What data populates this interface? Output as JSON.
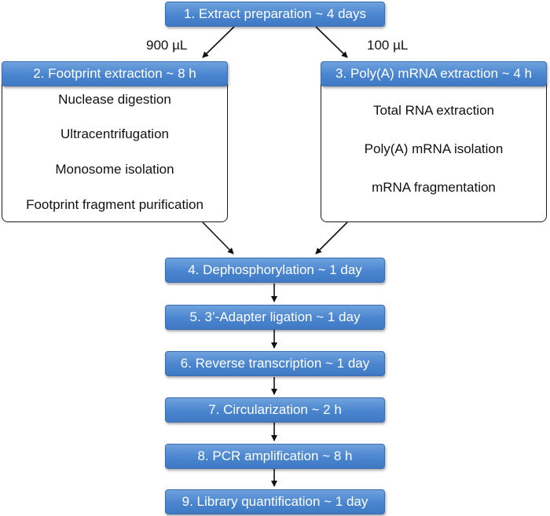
{
  "steps": [
    "1. Extract preparation ~ 4 days",
    "2. Footprint extraction ~ 8 h",
    "3. Poly(A) mRNA extraction ~ 4 h",
    "4. Dephosphorylation ~ 1 day",
    "5. 3’-Adapter ligation ~ 1 day",
    "6. Reverse transcription ~ 1 day",
    "7. Circularization ~ 2 h",
    "8. PCR amplification ~ 8 h",
    "9. Library quantification ~ 1 day"
  ],
  "volumes": {
    "left": "900 µL",
    "right": "100 µL"
  },
  "footprint_substeps": [
    "Nuclease digestion",
    "Ultracentrifugation",
    "Monosome isolation",
    "Footprint fragment purification"
  ],
  "mrna_substeps": [
    "Total RNA extraction",
    "Poly(A) mRNA isolation",
    "mRNA fragmentation"
  ]
}
